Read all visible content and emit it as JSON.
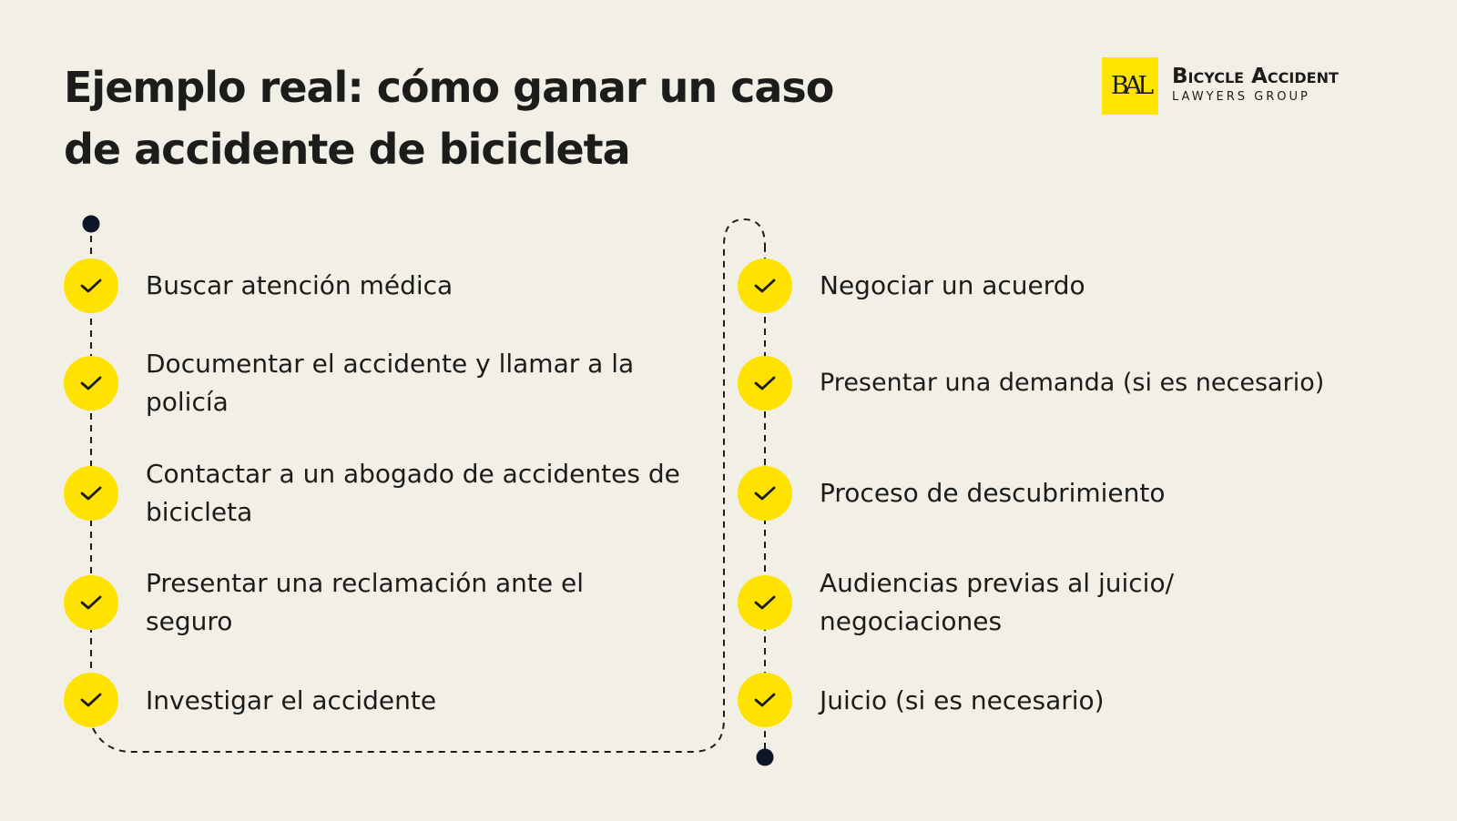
{
  "header": {
    "title": "Ejemplo real: cómo ganar un caso de accidente de bicicleta"
  },
  "logo": {
    "monogram": "BAL",
    "name_line1": "Bicycle Accident",
    "name_line2": "LAWYERS GROUP",
    "brand_color": "#ffe400"
  },
  "colors": {
    "background": "#f2f0e6",
    "check_circle": "#ffe200",
    "text": "#1c1c1a",
    "endpoint_dot": "#0d1526"
  },
  "steps_left": [
    {
      "label": "Buscar atención médica",
      "icon": "check-icon"
    },
    {
      "label": "Documentar el accidente y llamar a la policía",
      "icon": "check-icon"
    },
    {
      "label": "Contactar a un abogado de accidentes de bicicleta",
      "icon": "check-icon"
    },
    {
      "label": "Presentar una reclamación ante el seguro",
      "icon": "check-icon"
    },
    {
      "label": "Investigar el accidente",
      "icon": "check-icon"
    }
  ],
  "steps_right": [
    {
      "label": "Negociar un acuerdo",
      "icon": "check-icon"
    },
    {
      "label": "Presentar una demanda (si es necesario)",
      "icon": "check-icon"
    },
    {
      "label": "Proceso de descubrimiento",
      "icon": "check-icon"
    },
    {
      "label": "Audiencias previas al juicio/ negociaciones",
      "icon": "check-icon"
    },
    {
      "label": "Juicio (si es necesario)",
      "icon": "check-icon"
    }
  ]
}
